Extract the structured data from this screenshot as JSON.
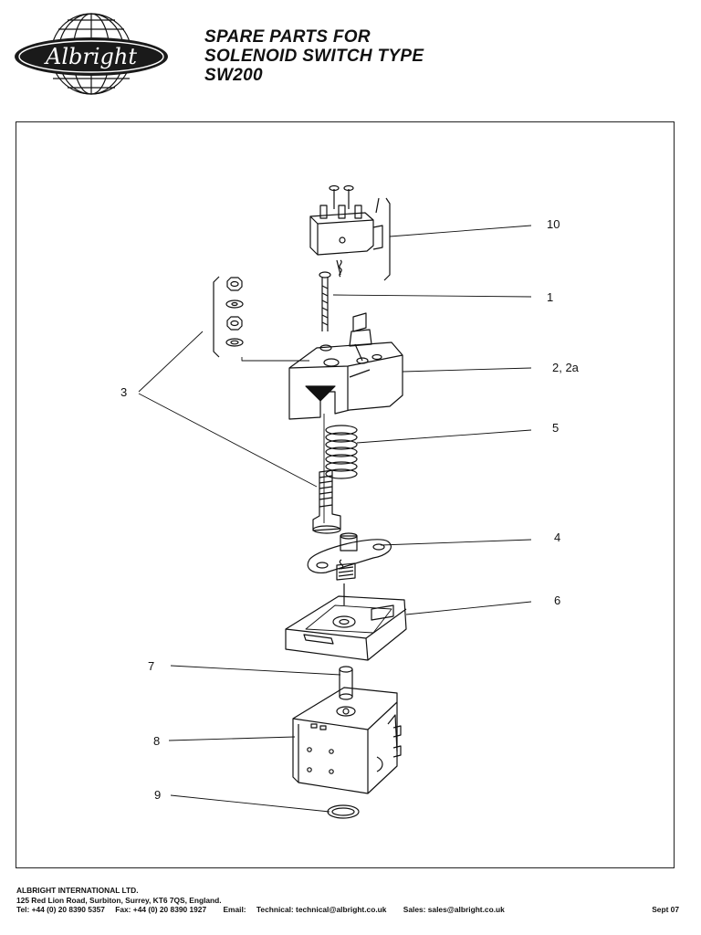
{
  "brand": {
    "logo_text": "Albright"
  },
  "title": {
    "line1": "SPARE PARTS FOR",
    "line2": "SOLENOID SWITCH TYPE",
    "line3": "SW200"
  },
  "callouts": {
    "c10": "10",
    "c1": "1",
    "c2": "2, 2a",
    "c3": "3",
    "c5": "5",
    "c4": "4",
    "c6": "6",
    "c7": "7",
    "c8": "8",
    "c9": "9"
  },
  "footer": {
    "company": "ALBRIGHT INTERNATIONAL LTD.",
    "address": "125 Red Lion Road, Surbiton, Surrey, KT6 7QS, England.",
    "tel": "Tel: +44 (0) 20 8390 5357",
    "fax": "Fax: +44 (0) 20 8390 1927",
    "email_label": "Email:",
    "technical": "Technical: technical@albright.co.uk",
    "sales": "Sales: sales@albright.co.uk",
    "date": "Sept 07"
  },
  "colors": {
    "ink": "#111111",
    "paper": "#ffffff",
    "logo_fill": "#1a1a1a",
    "shade": "#e6e6e6"
  }
}
